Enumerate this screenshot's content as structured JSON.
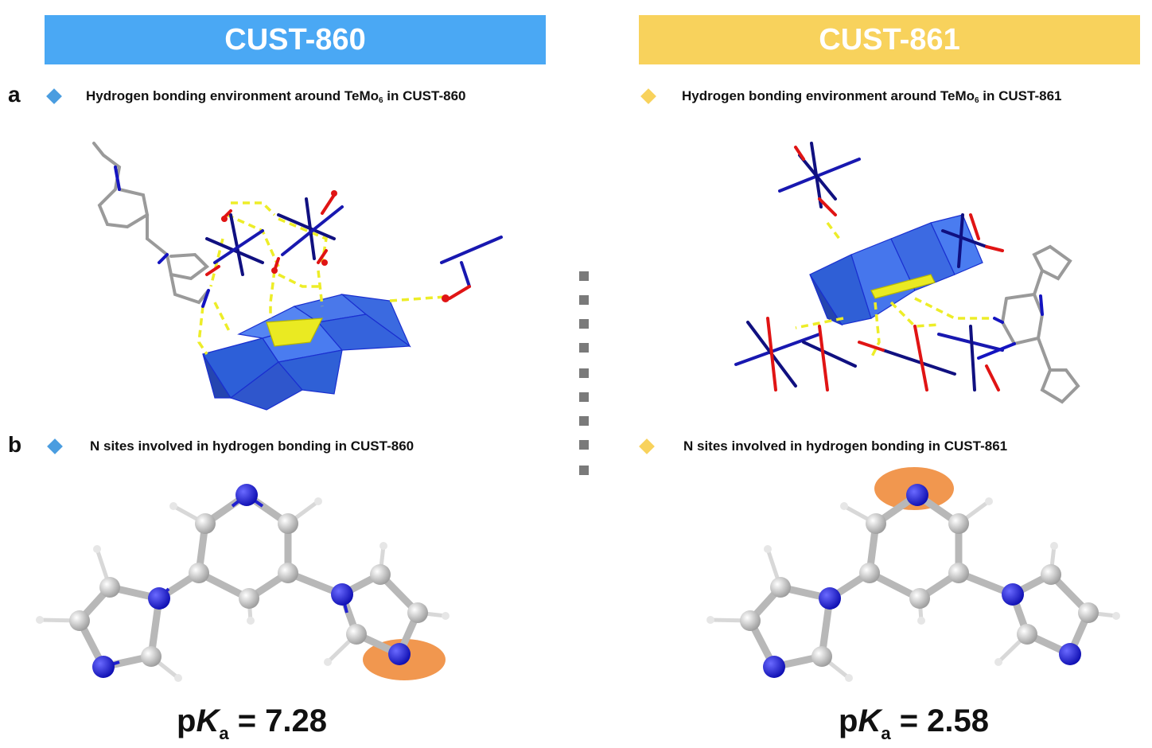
{
  "banners": {
    "left": "CUST-860",
    "right": "CUST-861"
  },
  "colors": {
    "left_accent": "#4aa8f4",
    "right_accent": "#f8d25c",
    "highlight": "#ef8c3c",
    "nitrogen": "#1d1ddb",
    "carbon": "#c8c8c8",
    "oxygen": "#e01414",
    "polyhedron": "#3e6fe0",
    "hbond": "#e8e830"
  },
  "panels": {
    "a": {
      "letter": "a",
      "left": {
        "text": "Hydrogen bonding environment around TeMo",
        "sub": "6",
        "tail": " in CUST-860"
      },
      "right": {
        "text": "Hydrogen bonding environment around TeMo",
        "sub": "6",
        "tail": " in CUST-861"
      }
    },
    "b": {
      "letter": "b",
      "left": "N sites involved in hydrogen bonding in CUST-860",
      "right": "N sites involved in hydrogen bonding in CUST-861"
    }
  },
  "pka": {
    "left": {
      "p": "p",
      "K": "K",
      "sub": "a",
      "value": " = 7.28"
    },
    "right": {
      "p": "p",
      "K": "K",
      "sub": "a",
      "value": " = 2.58"
    }
  },
  "icons": {
    "bullet": "diamond-icon",
    "separator": "dotted-divider"
  }
}
